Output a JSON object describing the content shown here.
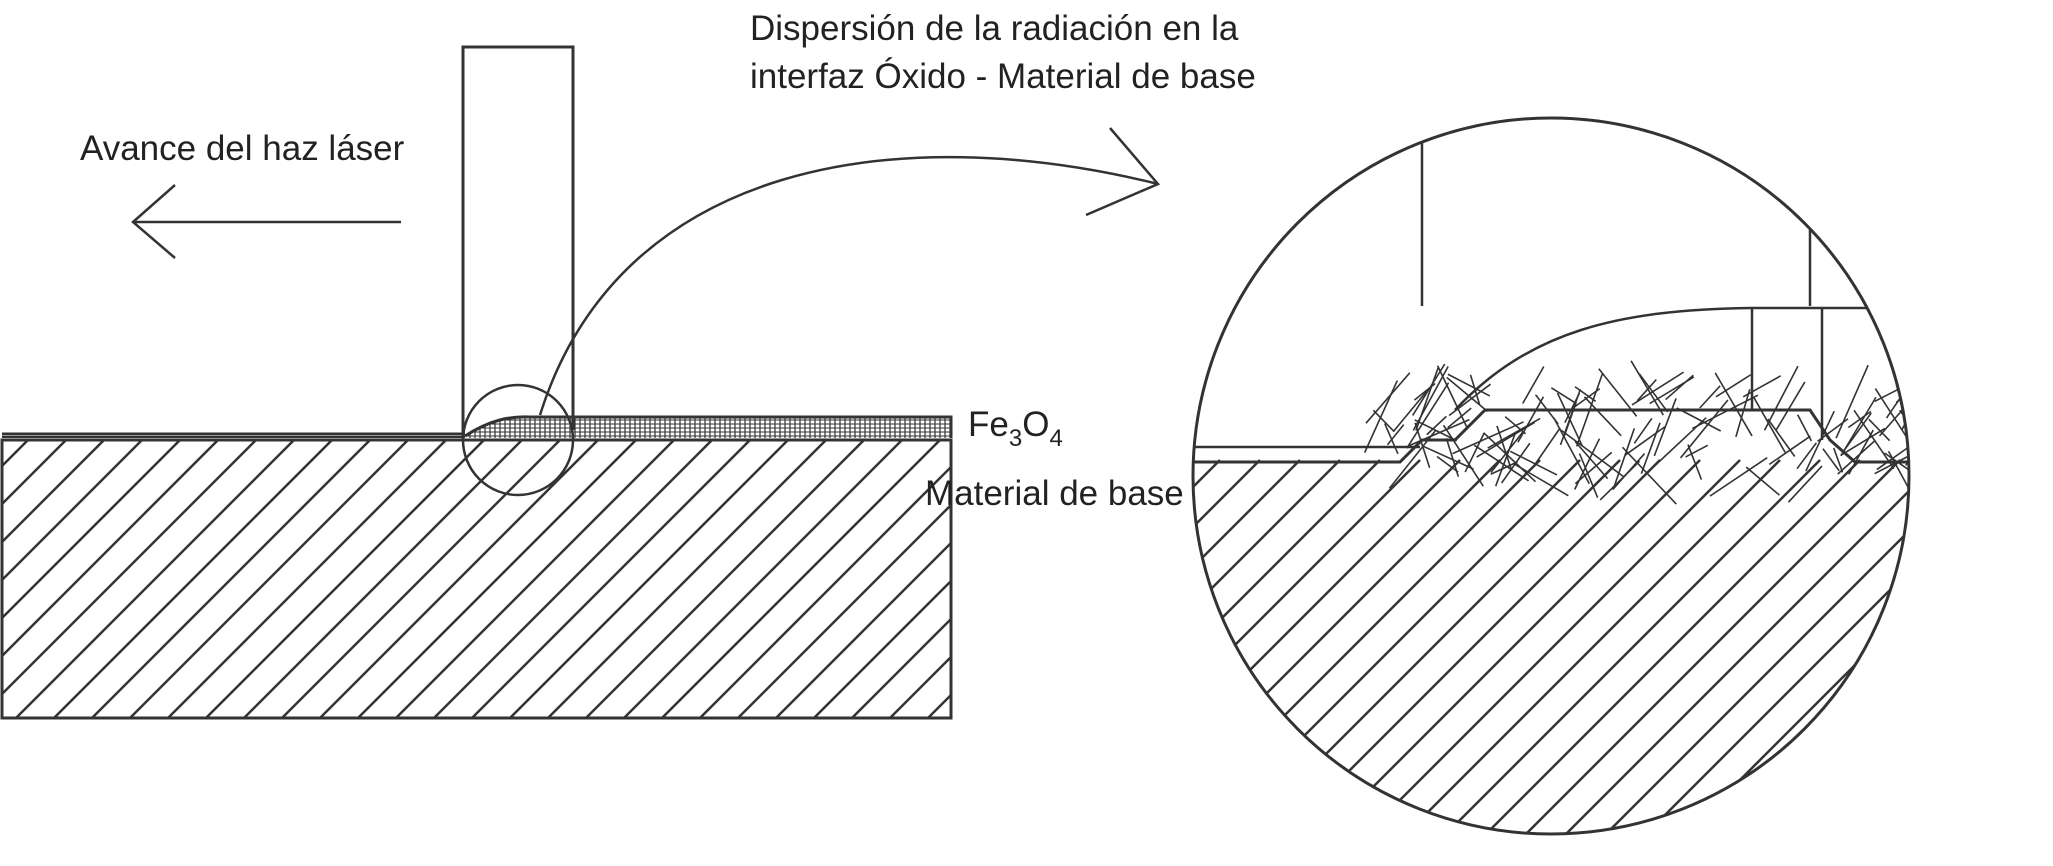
{
  "labels": {
    "advance": "Avance del haz láser",
    "scatter_line1": "Dispersión de la radiación en la",
    "scatter_line2": "interfaz Óxido - Material de base",
    "oxide_prefix": "Fe",
    "oxide_sub1": "3",
    "oxide_mid": "O",
    "oxide_sub2": "4",
    "base_material": "Material de base"
  },
  "colors": {
    "stroke": "#333333",
    "background": "#ffffff"
  }
}
